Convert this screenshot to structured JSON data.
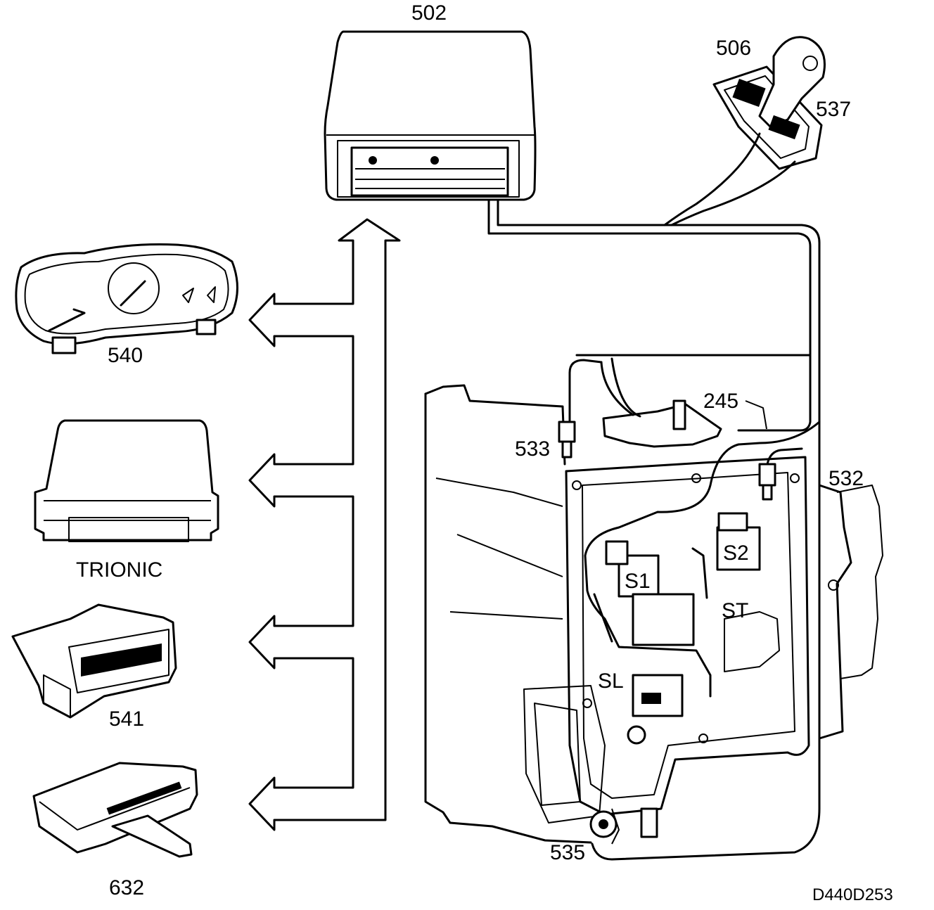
{
  "labels": {
    "control_module": "502",
    "selector_lever": "506",
    "shift_lock": "537",
    "instrument_cluster": "540",
    "trionic": "TRIONIC",
    "display_unit": "541",
    "module_632": "632",
    "position_sensor": "245",
    "speed_sensor_533": "533",
    "speed_sensor_532": "532",
    "temp_sensor_535": "535",
    "solenoid_s1": "S1",
    "solenoid_s2": "S2",
    "solenoid_st": "ST",
    "solenoid_sl": "SL"
  },
  "figure_ref": "D440D253"
}
